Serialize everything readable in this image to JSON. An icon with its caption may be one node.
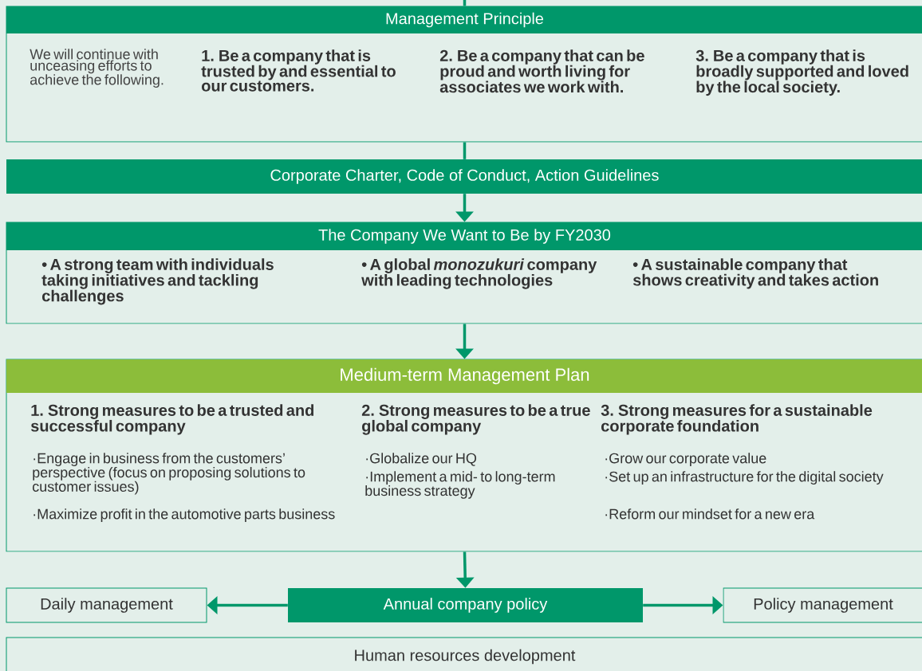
{
  "diagram": {
    "nodes": [
      {
        "text": [
          "Management Principle",
          "We will continue with unceasing efforts to achieve the following.",
          "1. Be a company that is trusted by and essential to our customers.",
          "2. Be a company that can be proud and worth living for associates we work with.",
          "3. Be a company that is broadly supported and loved by the local society."
        ]
      },
      {
        "text": [
          "Corporate Charter, Code of Conduct, Action Guidelines"
        ]
      },
      {
        "text": [
          "The Company We Want to Be by FY2030",
          "• A strong team with individuals taking initiatives and tackling challenges",
          "• A global *monozukuri* company with leading technologies",
          "• A sustainable company that shows creativity and takes action"
        ]
      },
      {
        "text": [
          "Medium-term Management Plan",
          "1. Strong measures to be a trusted and successful company",
          "·Engage in business from the customers’ perspective (focus on proposing solutions to customer issues)",
          "·Maximize profit in the automotive parts business",
          "2. Strong measures to be a true global company",
          "·Globalize our HQ",
          "·Implement a mid- to long-term business strategy",
          "3. Strong measures for a sustainable corporate foundation",
          "·Grow our corporate value",
          "·Set up an infrastructure for the digital society",
          "·Reform our mindset for a new era"
        ]
      },
      {
        "text": [
          "Daily management"
        ]
      },
      {
        "text": [
          "Annual company policy"
        ]
      },
      {
        "text": [
          "Policy management"
        ]
      },
      {
        "text": [
          "Human resources development"
        ]
      }
    ],
    "edges": [
      {
        "from": null,
        "to": 0,
        "arrow": "none"
      },
      {
        "from": 0,
        "to": 1,
        "arrow": "none"
      },
      {
        "from": 1,
        "to": 2,
        "arrow": "to"
      },
      {
        "from": 2,
        "to": 3,
        "arrow": "to"
      },
      {
        "from": 3,
        "to": 5,
        "arrow": "to"
      },
      {
        "from": 5,
        "to": 4,
        "arrow": "to"
      },
      {
        "from": 5,
        "to": 6,
        "arrow": "to"
      }
    ]
  }
}
